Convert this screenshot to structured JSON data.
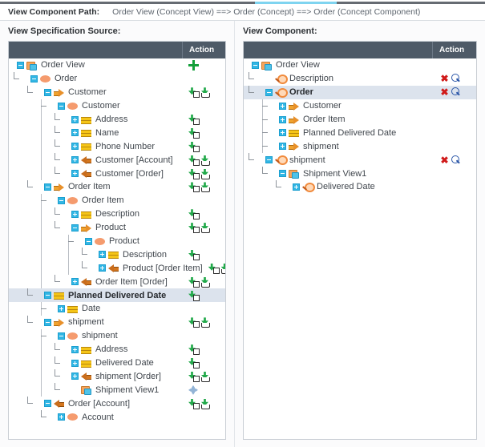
{
  "tabs": [
    {
      "name": "tab-1",
      "active": false,
      "width": 106
    },
    {
      "name": "tab-2",
      "active": false,
      "width": 106
    },
    {
      "name": "tab-3",
      "active": false,
      "width": 106
    },
    {
      "name": "tab-4",
      "active": true,
      "width": 102
    },
    {
      "name": "tab-5",
      "active": false,
      "width": 185
    }
  ],
  "header": {
    "label": "View Component Path:",
    "path": "Order View (Concept View) ==> Order (Concept) ==> Order (Concept Component)"
  },
  "colors": {
    "grid_header_bg": "#4e5a67",
    "selection_bg": "#dce3ed",
    "expander": "#32b6e4",
    "concept": "#f59b6e",
    "attribute": "#f5c518",
    "relation": "#e8902a",
    "add_action": "#22a94a",
    "delete_action": "#d01a1a",
    "find_action": "#2b56a8",
    "active_tab": "#7fd4f0"
  },
  "left_panel": {
    "title": "View Specification Source:",
    "action_column": "Action",
    "rows": [
      {
        "label": "Order View",
        "indent": 0,
        "icon": "view",
        "exp": "minus",
        "actions": [
          "plus-big"
        ],
        "selected": false,
        "bold": false
      },
      {
        "label": "Order",
        "indent": 1,
        "icon": "concept",
        "exp": "minus",
        "actions": [],
        "selected": false,
        "bold": false
      },
      {
        "label": "Customer",
        "indent": 2,
        "icon": "rel-r",
        "exp": "minus",
        "actions": [
          "add-attr",
          "add-rel"
        ],
        "selected": false,
        "bold": false
      },
      {
        "label": "Customer",
        "indent": 3,
        "icon": "concept",
        "exp": "minus",
        "actions": [],
        "selected": false,
        "bold": false
      },
      {
        "label": "Address",
        "indent": 4,
        "icon": "attr",
        "exp": "plus",
        "actions": [
          "add-attr"
        ],
        "selected": false,
        "bold": false
      },
      {
        "label": "Name",
        "indent": 4,
        "icon": "attr",
        "exp": "plus",
        "actions": [
          "add-attr"
        ],
        "selected": false,
        "bold": false
      },
      {
        "label": "Phone Number",
        "indent": 4,
        "icon": "attr",
        "exp": "plus",
        "actions": [
          "add-attr"
        ],
        "selected": false,
        "bold": false
      },
      {
        "label": "Customer [Account]",
        "indent": 4,
        "icon": "rel-l",
        "exp": "plus",
        "actions": [
          "add-attr",
          "add-rel"
        ],
        "selected": false,
        "bold": false
      },
      {
        "label": "Customer [Order]",
        "indent": 4,
        "icon": "rel-l",
        "exp": "plus",
        "actions": [
          "add-attr",
          "add-rel"
        ],
        "selected": false,
        "bold": false
      },
      {
        "label": "Order Item",
        "indent": 2,
        "icon": "rel-r",
        "exp": "minus",
        "actions": [
          "add-attr",
          "add-rel"
        ],
        "selected": false,
        "bold": false
      },
      {
        "label": "Order Item",
        "indent": 3,
        "icon": "concept",
        "exp": "minus",
        "actions": [],
        "selected": false,
        "bold": false
      },
      {
        "label": "Description",
        "indent": 4,
        "icon": "attr",
        "exp": "plus",
        "actions": [
          "add-attr"
        ],
        "selected": false,
        "bold": false
      },
      {
        "label": "Product",
        "indent": 4,
        "icon": "rel-r",
        "exp": "minus",
        "actions": [
          "add-attr",
          "add-rel"
        ],
        "selected": false,
        "bold": false
      },
      {
        "label": "Product",
        "indent": 5,
        "icon": "concept",
        "exp": "minus",
        "actions": [],
        "selected": false,
        "bold": false
      },
      {
        "label": "Description",
        "indent": 6,
        "icon": "attr",
        "exp": "plus",
        "actions": [
          "add-attr"
        ],
        "selected": false,
        "bold": false
      },
      {
        "label": "Product [Order Item]",
        "indent": 6,
        "icon": "rel-l",
        "exp": "plus",
        "actions": [
          "add-attr",
          "add-rel"
        ],
        "selected": false,
        "bold": false
      },
      {
        "label": "Order Item [Order]",
        "indent": 4,
        "icon": "rel-l",
        "exp": "plus",
        "actions": [
          "add-attr",
          "add-rel"
        ],
        "selected": false,
        "bold": false
      },
      {
        "label": "Planned Delivered Date",
        "indent": 2,
        "icon": "attr",
        "exp": "minus",
        "actions": [
          "add-attr"
        ],
        "selected": true,
        "bold": true
      },
      {
        "label": "Date",
        "indent": 3,
        "icon": "attr",
        "exp": "plus",
        "actions": [],
        "selected": false,
        "bold": false
      },
      {
        "label": "shipment",
        "indent": 2,
        "icon": "rel-r",
        "exp": "minus",
        "actions": [
          "add-attr",
          "add-rel"
        ],
        "selected": false,
        "bold": false
      },
      {
        "label": "shipment",
        "indent": 3,
        "icon": "concept",
        "exp": "minus",
        "actions": [],
        "selected": false,
        "bold": false
      },
      {
        "label": "Address",
        "indent": 4,
        "icon": "attr",
        "exp": "plus",
        "actions": [
          "add-attr"
        ],
        "selected": false,
        "bold": false
      },
      {
        "label": "Delivered Date",
        "indent": 4,
        "icon": "attr",
        "exp": "plus",
        "actions": [
          "add-attr"
        ],
        "selected": false,
        "bold": false
      },
      {
        "label": "shipment [Order]",
        "indent": 4,
        "icon": "rel-l",
        "exp": "plus",
        "actions": [
          "add-attr",
          "add-rel"
        ],
        "selected": false,
        "bold": false
      },
      {
        "label": "Shipment View1",
        "indent": 4,
        "icon": "view",
        "exp": "none",
        "actions": [
          "move"
        ],
        "selected": false,
        "bold": false,
        "last": true
      },
      {
        "label": "Order [Account]",
        "indent": 2,
        "icon": "rel-l",
        "exp": "minus",
        "actions": [
          "add-attr",
          "add-rel"
        ],
        "selected": false,
        "bold": false
      },
      {
        "label": "Account",
        "indent": 3,
        "icon": "concept",
        "exp": "plus",
        "actions": [],
        "selected": false,
        "bold": false
      }
    ]
  },
  "right_panel": {
    "title": "View Component:",
    "action_column": "Action",
    "rows": [
      {
        "label": "Order View",
        "indent": 0,
        "icon": "view",
        "exp": "minus",
        "actions": [],
        "selected": false,
        "bold": false
      },
      {
        "label": "Description",
        "indent": 1,
        "icon": "comp",
        "exp": "none",
        "actions": [
          "del",
          "find"
        ],
        "selected": false,
        "bold": false
      },
      {
        "label": "Order",
        "indent": 1,
        "icon": "comp",
        "exp": "minus",
        "actions": [
          "del",
          "find"
        ],
        "selected": true,
        "bold": true
      },
      {
        "label": "Customer",
        "indent": 2,
        "icon": "rel-r",
        "exp": "plus",
        "actions": [],
        "selected": false,
        "bold": false
      },
      {
        "label": "Order Item",
        "indent": 2,
        "icon": "rel-r",
        "exp": "plus",
        "actions": [],
        "selected": false,
        "bold": false
      },
      {
        "label": "Planned Delivered Date",
        "indent": 2,
        "icon": "attr",
        "exp": "plus",
        "actions": [],
        "selected": false,
        "bold": false
      },
      {
        "label": "shipment",
        "indent": 2,
        "icon": "rel-r",
        "exp": "plus",
        "actions": [],
        "selected": false,
        "bold": false
      },
      {
        "label": "shipment",
        "indent": 1,
        "icon": "comp",
        "exp": "minus",
        "actions": [
          "del",
          "find"
        ],
        "selected": false,
        "bold": false
      },
      {
        "label": "Shipment View1",
        "indent": 2,
        "icon": "view",
        "exp": "minus",
        "actions": [],
        "selected": false,
        "bold": false
      },
      {
        "label": "Delivered Date",
        "indent": 3,
        "icon": "comp",
        "exp": "plus",
        "actions": [],
        "selected": false,
        "bold": false
      }
    ]
  }
}
